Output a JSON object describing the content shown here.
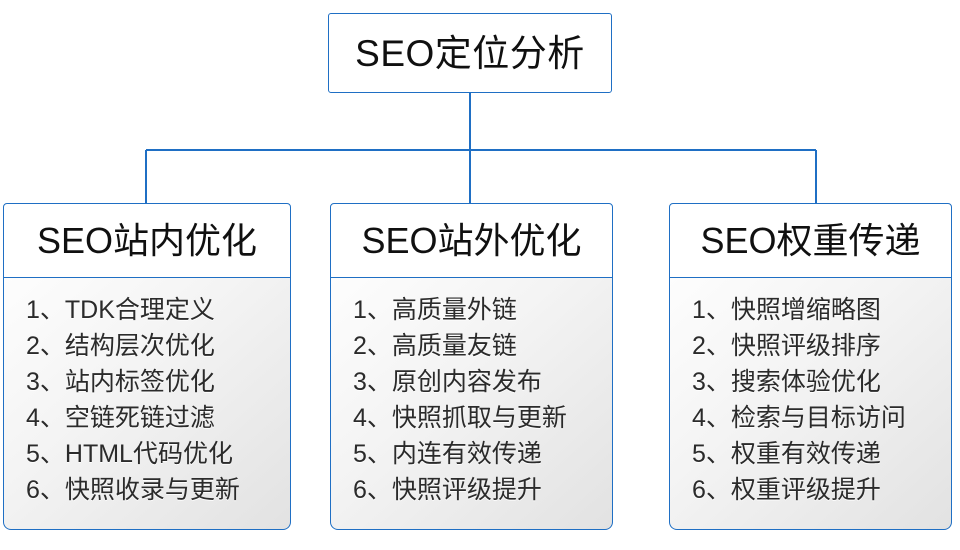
{
  "diagram": {
    "title": "SEO定位分析",
    "accent_color": "#1f6fc4",
    "text_color": "#101010",
    "item_text_color": "#2b2b2b",
    "background_color": "#ffffff",
    "root": {
      "label": "SEO定位分析"
    },
    "branches": [
      {
        "header": "SEO站内优化",
        "items": [
          {
            "index": "1、",
            "text": "TDK合理定义"
          },
          {
            "index": "2、",
            "text": "结构层次优化"
          },
          {
            "index": "3、",
            "text": "站内标签优化"
          },
          {
            "index": "4、",
            "text": "空链死链过滤"
          },
          {
            "index": "5、",
            "text": "HTML代码优化"
          },
          {
            "index": "6、",
            "text": "快照收录与更新"
          }
        ]
      },
      {
        "header": "SEO站外优化",
        "items": [
          {
            "index": "1、",
            "text": "高质量外链"
          },
          {
            "index": "2、",
            "text": "高质量友链"
          },
          {
            "index": "3、",
            "text": "原创内容发布"
          },
          {
            "index": "4、",
            "text": "快照抓取与更新"
          },
          {
            "index": "5、",
            "text": "内连有效传递"
          },
          {
            "index": "6、",
            "text": "快照评级提升"
          }
        ]
      },
      {
        "header": "SEO权重传递",
        "items": [
          {
            "index": "1、",
            "text": "快照增缩略图"
          },
          {
            "index": "2、",
            "text": "快照评级排序"
          },
          {
            "index": "3、",
            "text": "搜索体验优化"
          },
          {
            "index": "4、",
            "text": "检索与目标访问"
          },
          {
            "index": "5、",
            "text": "权重有效传递"
          },
          {
            "index": "6、",
            "text": "权重评级提升"
          }
        ]
      }
    ]
  }
}
